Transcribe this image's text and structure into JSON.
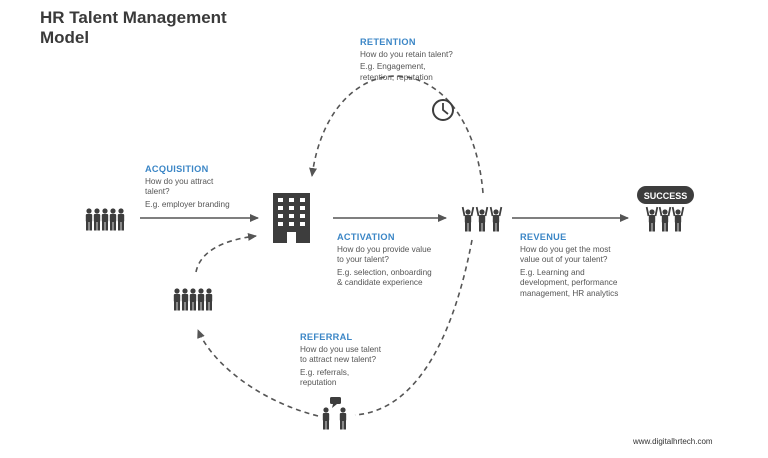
{
  "title": "HR Talent Management\nModel",
  "stages": {
    "retention": {
      "heading": "RETENTION",
      "question": "How do you retain talent?",
      "example": "E.g. Engagement,\nretention, reputation"
    },
    "acquisition": {
      "heading": "ACQUISITION",
      "question": "How do you attract\ntalent?",
      "example": "E.g. employer branding"
    },
    "activation": {
      "heading": "ACTIVATION",
      "question": "How do you provide value\nto your talent?",
      "example": "E.g. selection, onboarding\n& candidate experience"
    },
    "revenue": {
      "heading": "REVENUE",
      "question": "How do you get the most\nvalue out of your talent?",
      "example": "E.g. Learning and\ndevelopment, performance\nmanagement, HR analytics"
    },
    "referral": {
      "heading": "REFERRAL",
      "question": "How do you use talent\nto attract new talent?",
      "example": "E.g. referrals,\nreputation"
    }
  },
  "success_label": "SUCCESS",
  "footer": "www.digitalhrtech.com",
  "colors": {
    "accent": "#3b86c6",
    "icon": "#3d3d3d",
    "arrow": "#555555"
  },
  "icons": [
    "people-group-icon",
    "building-icon",
    "celebrating-people-icon",
    "success-sign-icon",
    "clock-icon",
    "talking-people-icon"
  ]
}
